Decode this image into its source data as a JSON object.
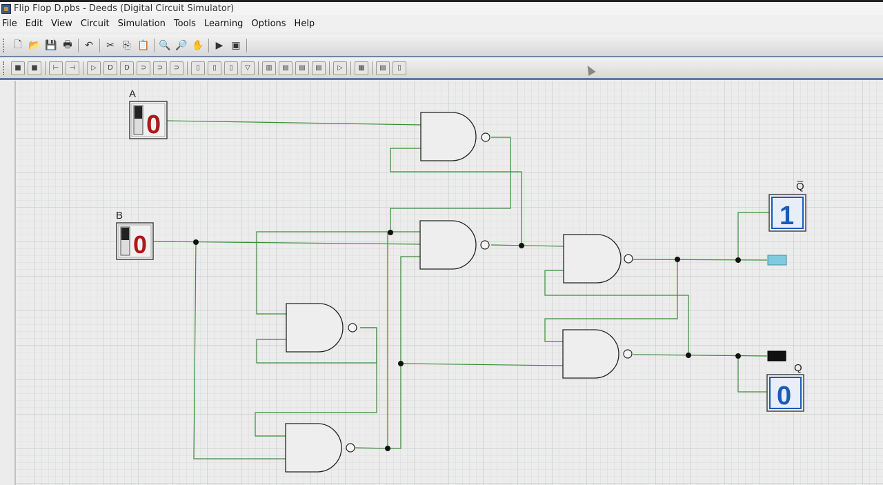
{
  "window": {
    "title": "Flip Flop D.pbs - Deeds (Digital Circuit Simulator)"
  },
  "menu": {
    "items": [
      "File",
      "Edit",
      "View",
      "Circuit",
      "Simulation",
      "Tools",
      "Learning",
      "Options",
      "Help"
    ]
  },
  "toolbar_main": {
    "icons": [
      "new-file-icon",
      "open-folder-icon",
      "save-icon",
      "print-icon",
      "undo-icon",
      "cut-icon",
      "copy-icon",
      "paste-icon",
      "zoom-in-icon",
      "zoom-out-icon",
      "pan-hand-icon",
      "play-icon",
      "timing-icon"
    ]
  },
  "toolbar_components": {
    "icons": [
      "input-switch-icon",
      "output-led-icon",
      "wire-icon",
      "bus-icon",
      "buffer-icon",
      "and-gate-icon",
      "nand-gate-icon",
      "or-gate-icon",
      "nor-gate-icon",
      "xor-gate-icon",
      "flip-flop-icon",
      "latch-icon",
      "counter-icon",
      "mux-icon",
      "decoder-icon",
      "register-icon",
      "memory-icon",
      "clock-icon",
      "display-icon",
      "keyboard-icon",
      "label-icon"
    ]
  },
  "circuit": {
    "inputs": [
      {
        "label": "A",
        "value": "0"
      },
      {
        "label": "B",
        "value": "0"
      }
    ],
    "outputs": [
      {
        "label": "Q̅",
        "value": "1",
        "led": "on",
        "led_color": "#7ecbe0"
      },
      {
        "label": "Q",
        "value": "0",
        "led": "off",
        "led_color": "#111111"
      }
    ],
    "gate_type": "NAND",
    "colors": {
      "wire": "#3a8a3a",
      "input_digit": "#b01818",
      "output_digit": "#1c5ab8",
      "grid_minor": "#d6dcd6",
      "grid_major": "#bcc6bc"
    }
  }
}
